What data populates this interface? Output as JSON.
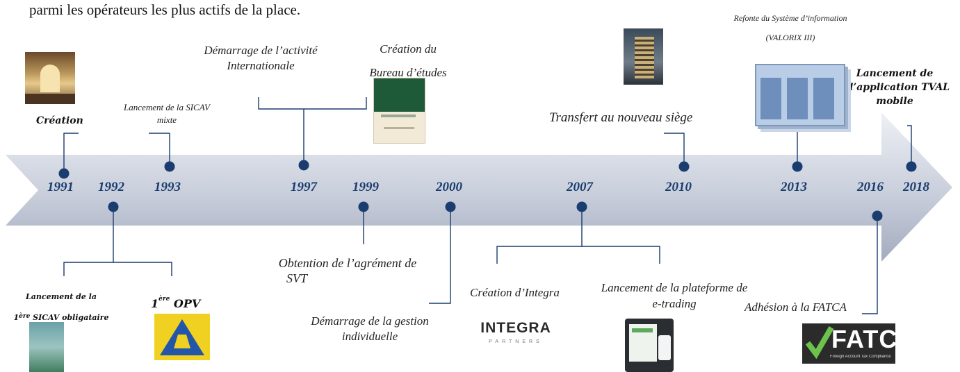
{
  "intro": "parmi les opérateurs les plus actifs de la place.",
  "years": {
    "y1991": "1991",
    "y1992": "1992",
    "y1993": "1993",
    "y1997": "1997",
    "y1999": "1999",
    "y2000": "2000",
    "y2007": "2007",
    "y2010": "2010",
    "y2013": "2013",
    "y2016": "2016",
    "y2018": "2018"
  },
  "events": {
    "creation": "Création",
    "sicav_mixte_1": "Lancement de la SICAV",
    "sicav_mixte_2": "mixte",
    "international_1": "Démarrage de l’activité",
    "international_2": "Internationale",
    "bureau_1": "Création du",
    "bureau_2": "Bureau d’études",
    "transfert": "Transfert au nouveau siège",
    "refonte_1": "Refonte du Système d’information",
    "refonte_2": "(VALORIX III)",
    "tval_1": "Lancement de",
    "tval_2": "l’application TVAL",
    "tval_3": "mobile",
    "sicav_oblig_1": "Lancement de la",
    "sicav_oblig_num": "1",
    "sicav_oblig_sup": "ère",
    "sicav_oblig_2": "SICAV obligataire",
    "opv_num": "1",
    "opv_sup": "ère",
    "opv_text": "OPV",
    "svt_1": "Obtention de l’agrément de",
    "svt_2": "SVT",
    "gestion_1": "Démarrage de la gestion",
    "gestion_2": "individuelle",
    "integra": "Création d’Integra",
    "etrading_1": "Lancement de la plateforme de",
    "etrading_2": "e-trading",
    "fatca": "Adhésion à la FATCA"
  },
  "logos": {
    "integra_name": "INTEGRA",
    "integra_sub": "PARTNERS",
    "fatca_name": "FATCA",
    "fatca_sub": "Foreign Account Tax Compliance"
  },
  "colors": {
    "dot": "#1a3c6e",
    "line": "#1a3c6e",
    "arrow_light": "#e4e7ee",
    "arrow_dark": "#a9b1c3",
    "year": "#1a3c6e"
  }
}
